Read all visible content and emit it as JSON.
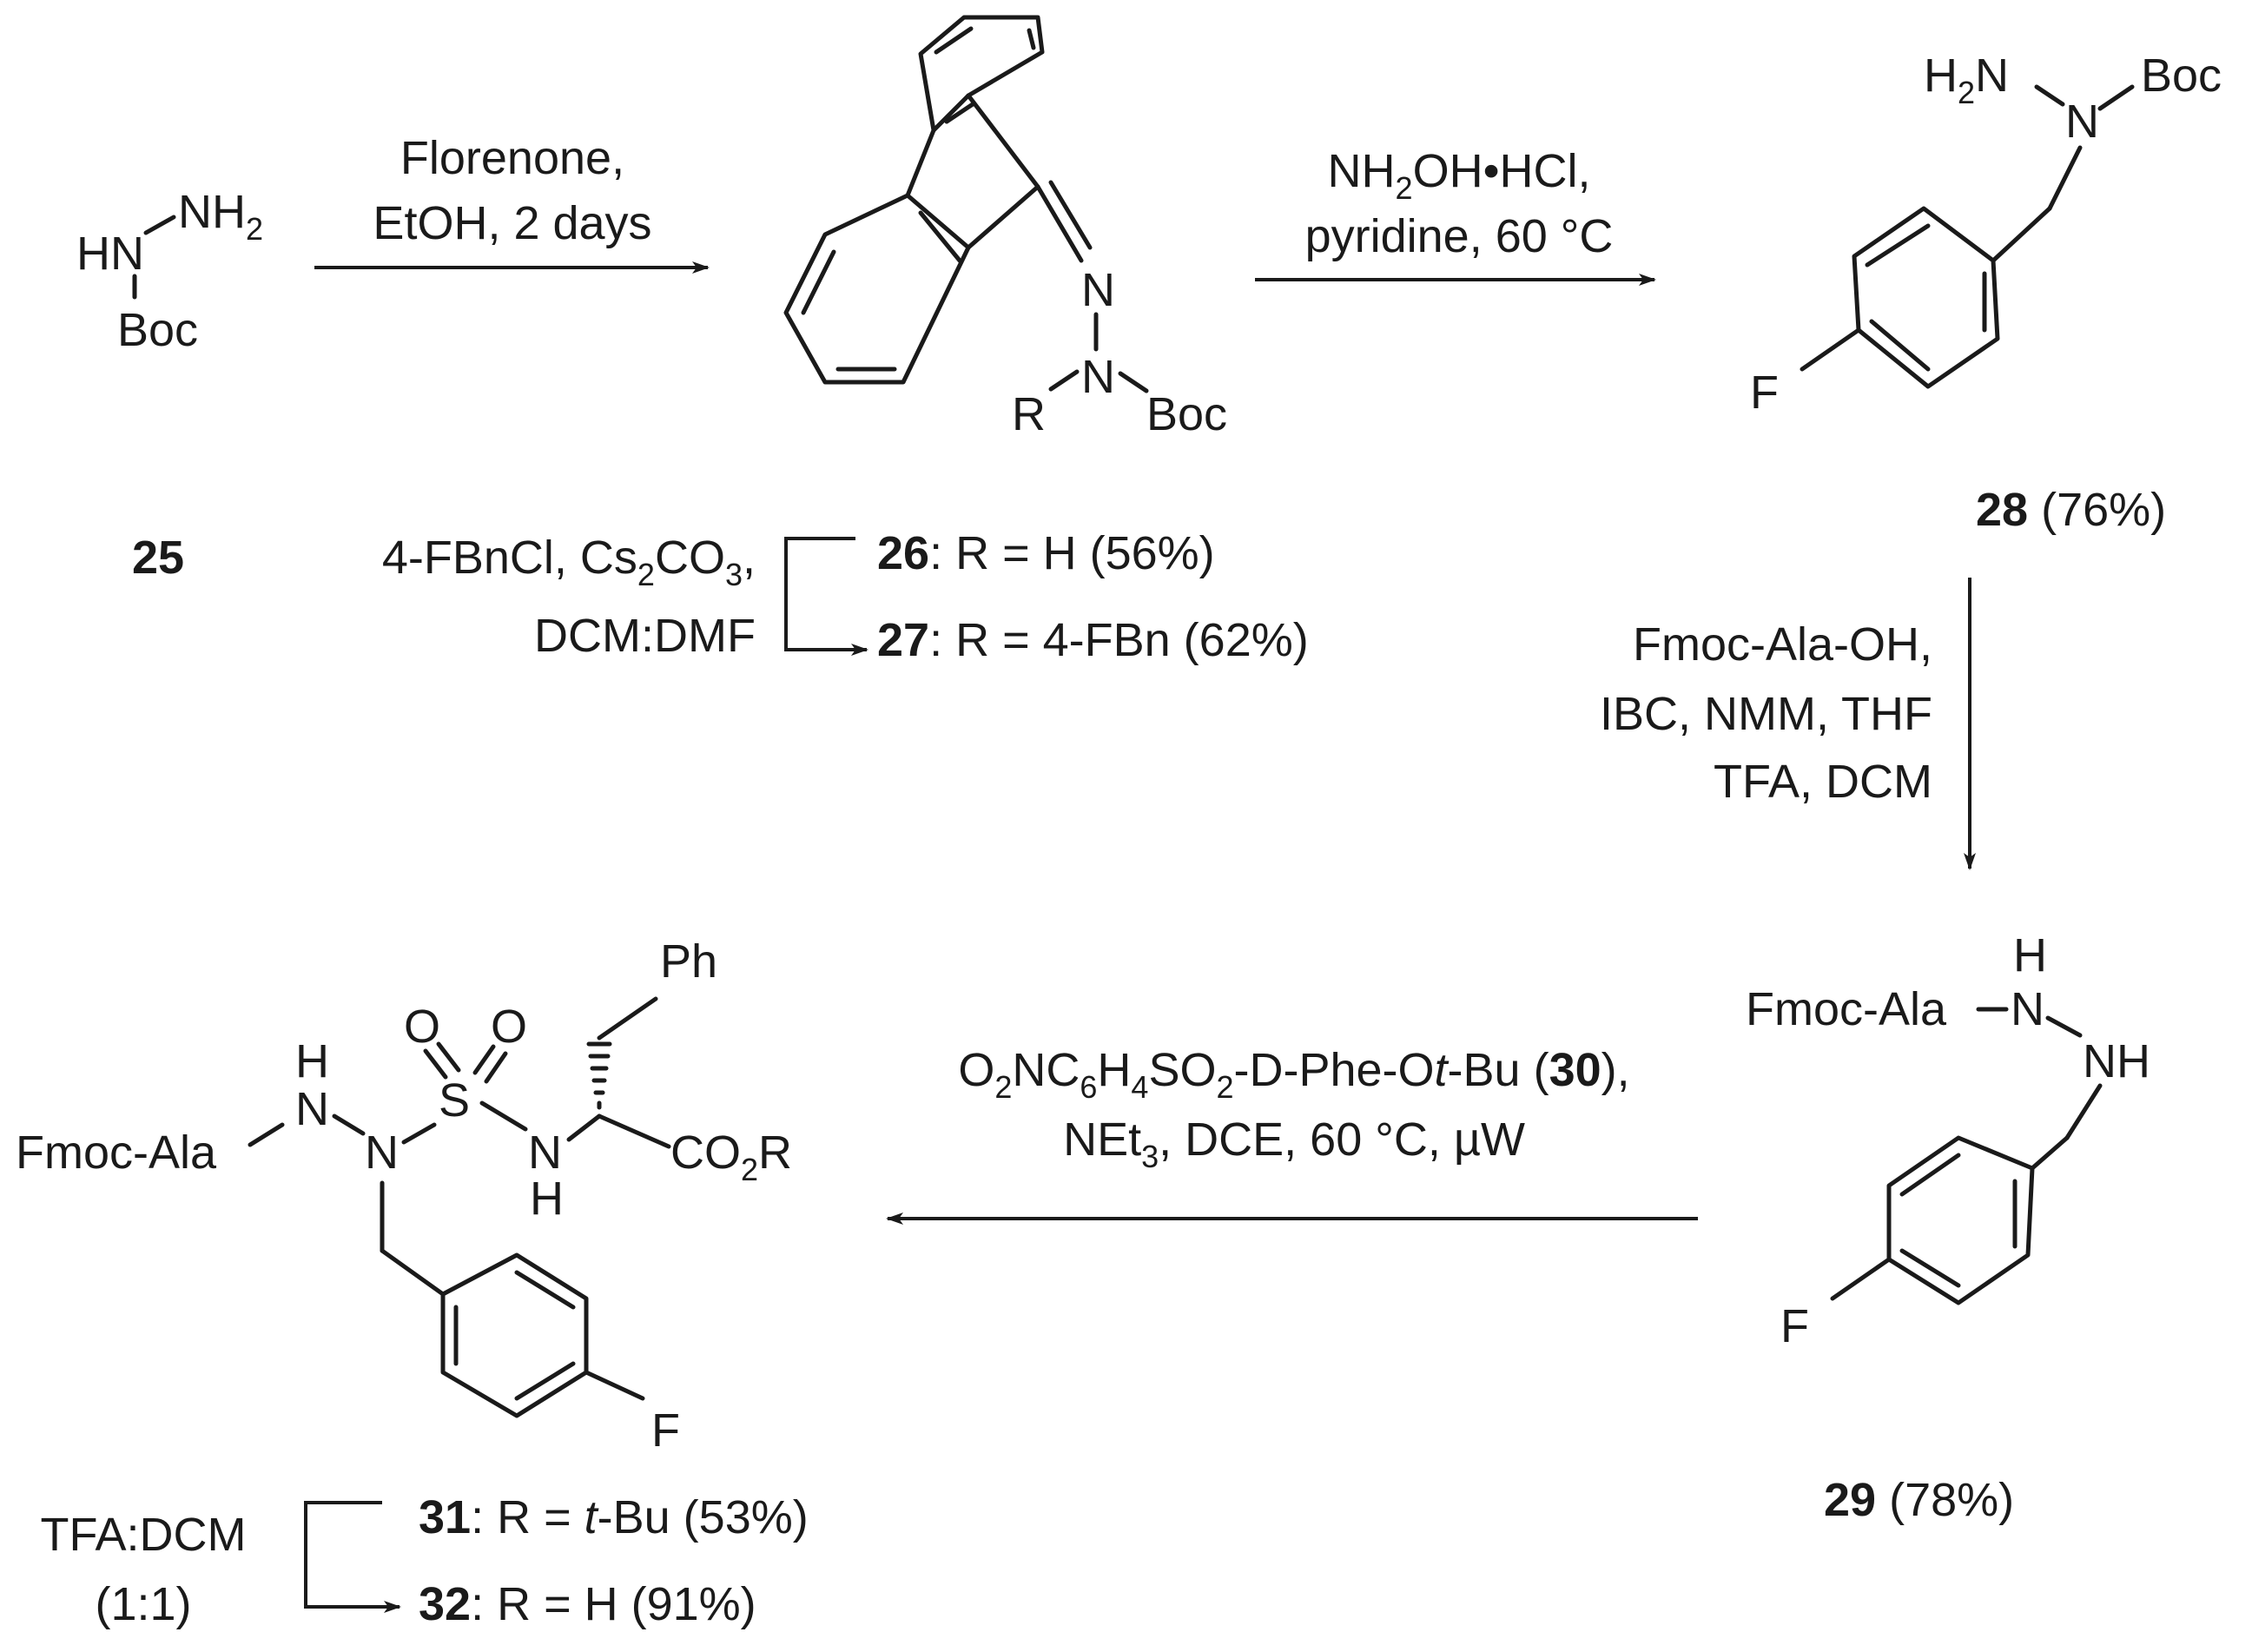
{
  "reagents": {
    "step1_line1": "Florenone,",
    "step1_line2": "EtOH, 2 days",
    "step2_line1_a": "NH",
    "step2_line1_sub": "2",
    "step2_line1_b": "OH•HCl,",
    "step2_line2": "pyridine, 60 °C",
    "alkylation_a": "4-FBnCl, Cs",
    "alkylation_sub1": "2",
    "alkylation_b": "CO",
    "alkylation_sub2": "3",
    "alkylation_c": ",",
    "alkylation_line2": "DCM:DMF",
    "coupling_line1": "Fmoc-Ala-OH,",
    "coupling_line2": "IBC, NMM, THF",
    "coupling_line3": "TFA, DCM",
    "sulfonyl_line1_a": "O",
    "sulfonyl_line1_s1": "2",
    "sulfonyl_line1_b": "NC",
    "sulfonyl_line1_s2": "6",
    "sulfonyl_line1_c": "H",
    "sulfonyl_line1_s3": "4",
    "sulfonyl_line1_d": "SO",
    "sulfonyl_line1_s4": "2",
    "sulfonyl_line1_e": "-D-Phe-O",
    "sulfonyl_line1_f": "t",
    "sulfonyl_line1_g": "-Bu (",
    "sulfonyl_line1_bold": "30",
    "sulfonyl_line1_h": "),",
    "sulfonyl_line2_a": "NEt",
    "sulfonyl_line2_sub": "3",
    "sulfonyl_line2_b": ", DCE, 60 °C, µW",
    "deprotect_line1": "TFA:DCM",
    "deprotect_line2": "(1:1)"
  },
  "compounds": {
    "c25": {
      "number": "25"
    },
    "c26": {
      "number": "26",
      "detail": ": R = H (56%)"
    },
    "c27": {
      "number": "27",
      "detail": ": R = 4-FBn (62%)"
    },
    "c28": {
      "number": "28",
      "detail": " (76%)"
    },
    "c29": {
      "number": "29",
      "detail": " (78%)"
    },
    "c31": {
      "number": "31",
      "detail_a": ": R = ",
      "detail_italic": "t",
      "detail_b": "-Bu (53%)"
    },
    "c32": {
      "number": "32",
      "detail": ": R = H (91%)"
    }
  },
  "atoms": {
    "HN": "HN",
    "NH2_a": "NH",
    "NH2_sub": "2",
    "Boc": "Boc",
    "N": "N",
    "R": "R",
    "H2N_a": "H",
    "H2N_sub": "2",
    "H2N_b": "N",
    "F": "F",
    "FmocAla": "Fmoc-Ala",
    "H": "H",
    "NH": "NH",
    "S": "S",
    "O": "O",
    "Ph": "Ph",
    "CO2R_a": "CO",
    "CO2R_sub": "2",
    "CO2R_b": "R"
  },
  "colors": {
    "ink": "#1a1a1a",
    "background": "#ffffff"
  }
}
